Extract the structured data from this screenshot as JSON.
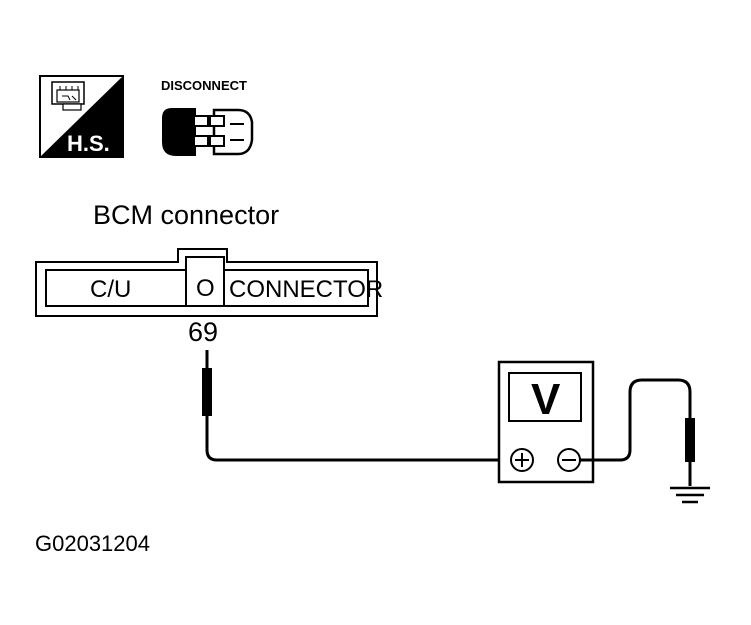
{
  "icons": {
    "hs_icon": {
      "name": "harness-sensor-hs-icon",
      "label": "H.S."
    },
    "disconnect_icon": {
      "name": "disconnect-connector-icon",
      "label": "DISCONNECT"
    }
  },
  "connector": {
    "title": "BCM connector",
    "left_label": "C/U",
    "center_label": "O",
    "right_label": "CONNECTOR",
    "terminal": "69"
  },
  "meter": {
    "display": "V",
    "plus": "+",
    "minus": "−"
  },
  "figure_code": "G02031204",
  "colors": {
    "line": "#000000",
    "background": "#ffffff"
  }
}
